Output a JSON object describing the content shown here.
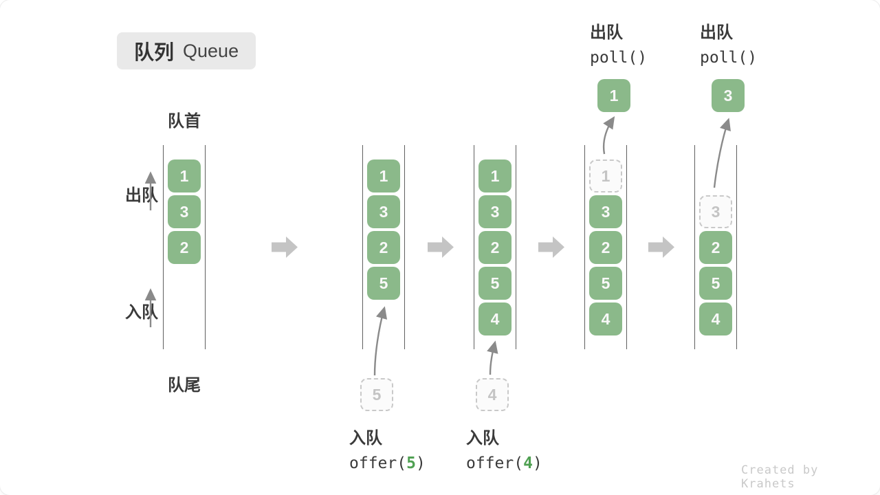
{
  "title": {
    "zh": "队列",
    "en": "Queue"
  },
  "side": {
    "front": "队首",
    "rear": "队尾",
    "dequeue": "出队",
    "enqueue": "入队"
  },
  "watermark": "Created by Krahets",
  "colors": {
    "box_green": "#8bb98a",
    "box_digit": "#f8f8f8",
    "code_arg_green": "#4fa052",
    "text_dark": "#3a3a3a",
    "badge_bg": "#e9e9e9",
    "dashed_border": "#c9c9c9",
    "block_arrow_gray": "#c4c4c4",
    "thin_arrow_gray": "#8a8a8a"
  },
  "states": [
    {
      "boxes": [
        "1",
        "3",
        "2"
      ]
    },
    {
      "boxes": [
        "1",
        "3",
        "2",
        "5"
      ],
      "incoming": "5",
      "op_zh": "入队",
      "op_pre": "offer(",
      "op_arg": "5",
      "op_post": ")"
    },
    {
      "boxes": [
        "1",
        "3",
        "2",
        "5",
        "4"
      ],
      "incoming": "4",
      "op_zh": "入队",
      "op_pre": "offer(",
      "op_arg": "4",
      "op_post": ")"
    },
    {
      "ghost": "1",
      "boxes": [
        "3",
        "2",
        "5",
        "4"
      ],
      "popped": "1",
      "op_zh": "出队",
      "op_fn": "poll()"
    },
    {
      "ghost": "3",
      "boxes": [
        "2",
        "5",
        "4"
      ],
      "popped": "3",
      "op_zh": "出队",
      "op_fn": "poll()"
    }
  ]
}
